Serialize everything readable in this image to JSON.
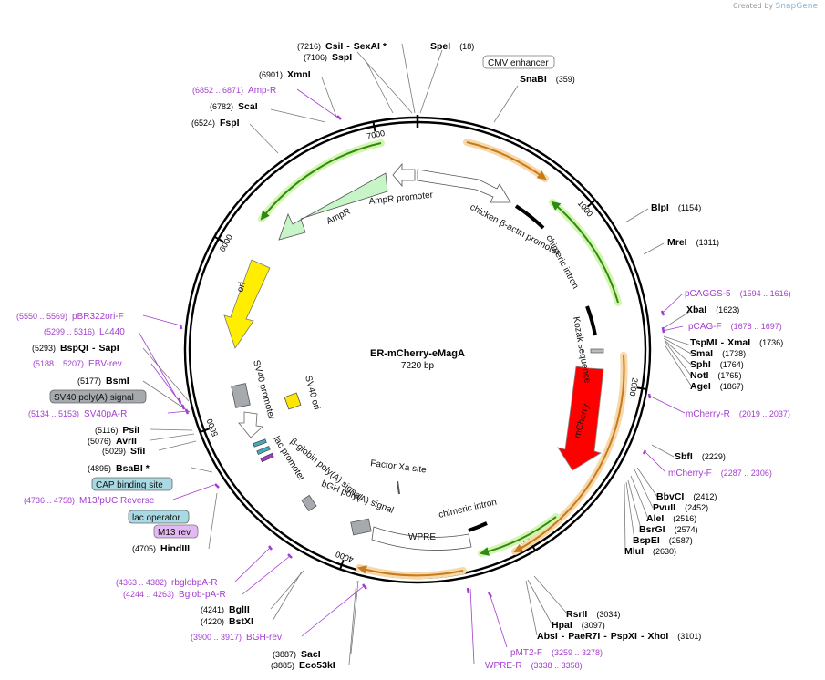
{
  "brand": {
    "prefix": "Created by",
    "name": "SnapGene"
  },
  "plasmid": {
    "name": "ER-mCherry-eMagA",
    "size_label": "7220 bp",
    "length": 7220
  },
  "tick_labels": [
    "1000",
    "2000",
    "3000",
    "4000",
    "5000",
    "6000",
    "7000"
  ],
  "restriction_sites": [
    {
      "name": "CsiI",
      "pos": "(7216)"
    },
    {
      "name": "SexAI *",
      "pos": ""
    },
    {
      "name": "SpeI",
      "pos": "(18)"
    },
    {
      "name": "SspI",
      "pos": "(7106)"
    },
    {
      "name": "XmnI",
      "pos": "(6901)"
    },
    {
      "name": "ScaI",
      "pos": "(6782)"
    },
    {
      "name": "FspI",
      "pos": "(6524)"
    },
    {
      "name": "SnaBI",
      "pos": "(359)"
    },
    {
      "name": "BlpI",
      "pos": "(1154)"
    },
    {
      "name": "MreI",
      "pos": "(1311)"
    },
    {
      "name": "XbaI",
      "pos": "(1623)"
    },
    {
      "name": "TspMI",
      "pos": ""
    },
    {
      "name": "XmaI",
      "pos": "(1736)"
    },
    {
      "name": "SmaI",
      "pos": "(1738)"
    },
    {
      "name": "SphI",
      "pos": "(1764)"
    },
    {
      "name": "NotI",
      "pos": "(1765)"
    },
    {
      "name": "AgeI",
      "pos": "(1867)"
    },
    {
      "name": "SbfI",
      "pos": "(2229)"
    },
    {
      "name": "BbvCI",
      "pos": "(2412)"
    },
    {
      "name": "PvuII",
      "pos": "(2452)"
    },
    {
      "name": "AleI",
      "pos": "(2516)"
    },
    {
      "name": "BsrGI",
      "pos": "(2574)"
    },
    {
      "name": "BspEI",
      "pos": "(2587)"
    },
    {
      "name": "MluI",
      "pos": "(2630)"
    },
    {
      "name": "RsrII",
      "pos": "(3034)"
    },
    {
      "name": "HpaI",
      "pos": "(3097)"
    },
    {
      "name": "AbsI",
      "pos": ""
    },
    {
      "name": "PaeR7I",
      "pos": ""
    },
    {
      "name": "PspXI",
      "pos": ""
    },
    {
      "name": "XhoI",
      "pos": "(3101)"
    },
    {
      "name": "SacI",
      "pos": "(3887)"
    },
    {
      "name": "Eco53kI",
      "pos": "(3885)"
    },
    {
      "name": "BstXI",
      "pos": "(4220)"
    },
    {
      "name": "BglII",
      "pos": "(4241)"
    },
    {
      "name": "HindIII",
      "pos": "(4705)"
    },
    {
      "name": "BsaBI *",
      "pos": "(4895)"
    },
    {
      "name": "SfiI",
      "pos": "(5029)"
    },
    {
      "name": "AvrII",
      "pos": "(5076)"
    },
    {
      "name": "PsiI",
      "pos": "(5116)"
    },
    {
      "name": "BsmI",
      "pos": "(5177)"
    },
    {
      "name": "BspQI",
      "pos": "(5293)"
    },
    {
      "name": "SapI",
      "pos": ""
    }
  ],
  "primers": [
    {
      "name": "Amp-R",
      "pos": "(6852 .. 6871)"
    },
    {
      "name": "pCAGGS-5",
      "pos": "(1594 .. 1616)"
    },
    {
      "name": "pCAG-F",
      "pos": "(1678 .. 1697)"
    },
    {
      "name": "mCherry-R",
      "pos": "(2019 .. 2037)"
    },
    {
      "name": "mCherry-F",
      "pos": "(2287 .. 2306)"
    },
    {
      "name": "pMT2-F",
      "pos": "(3259 .. 3278)"
    },
    {
      "name": "WPRE-R",
      "pos": "(3338 .. 3358)"
    },
    {
      "name": "BGH-rev",
      "pos": "(3900 .. 3917)"
    },
    {
      "name": "Bglob-pA-R",
      "pos": "(4244 .. 4263)"
    },
    {
      "name": "rbglobpA-R",
      "pos": "(4363 .. 4382)"
    },
    {
      "name": "M13/pUC Reverse",
      "pos": "(4736 .. 4758)"
    },
    {
      "name": "SV40pA-R",
      "pos": "(5134 .. 5153)"
    },
    {
      "name": "EBV-rev",
      "pos": "(5188 .. 5207)"
    },
    {
      "name": "L4440",
      "pos": "(5299 .. 5316)"
    },
    {
      "name": "pBR322ori-F",
      "pos": "(5550 .. 5569)"
    }
  ],
  "boxed_features": [
    {
      "name": "CMV enhancer"
    },
    {
      "name": "SV40 poly(A) signal"
    },
    {
      "name": "CAP binding site"
    },
    {
      "name": "lac operator"
    },
    {
      "name": "M13 rev"
    }
  ],
  "features": [
    {
      "name": "AmpR promoter"
    },
    {
      "name": "AmpR"
    },
    {
      "name": "chicken β-actin promoter"
    },
    {
      "name": "chimeric intron"
    },
    {
      "name": "Kozak sequence"
    },
    {
      "name": "mCherry"
    },
    {
      "name": "ori"
    },
    {
      "name": "SV40 promoter"
    },
    {
      "name": "SV40 ori"
    },
    {
      "name": "lac promoter"
    },
    {
      "name": "β-globin poly(A) signal"
    },
    {
      "name": "bGH poly(A) signal"
    },
    {
      "name": "Factor Xa site"
    },
    {
      "name": "chimeric intron"
    },
    {
      "name": "WPRE"
    }
  ],
  "colors": {
    "backbone": "#000000",
    "ampr": "#c8f5c8",
    "ori": "#ffee00",
    "mcherry": "#ff0000",
    "orf_halo": "#f7d8a8",
    "orf_arrow": "#c87a1e",
    "cds_halo": "#d2f5b0",
    "cds_arrow": "#2f8a10",
    "primer": "#a43cd0",
    "gray_feature": "#a6a9ad",
    "sv40ori": "#ffe600"
  }
}
